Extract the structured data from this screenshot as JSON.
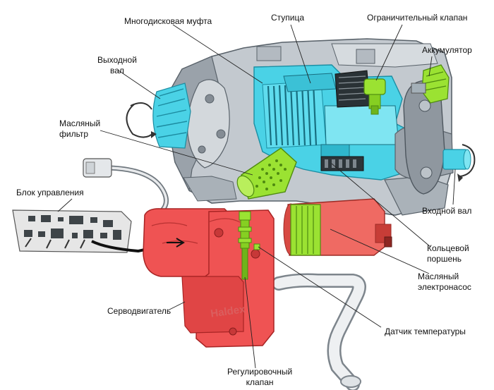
{
  "labels": {
    "multi_disc_clutch": "Многодисковая муфта",
    "hub": "Ступица",
    "limit_valve": "Ограничительный клапан",
    "accumulator": "Аккумулятор",
    "output_shaft": [
      "Выходной",
      "вал"
    ],
    "oil_filter": [
      "Масляный",
      "фильтр"
    ],
    "control_unit": "Блок управления",
    "input_shaft": "Входной вал",
    "ring_piston": [
      "Кольцевой",
      "поршень"
    ],
    "oil_pump": [
      "Масляный",
      "электронасос"
    ],
    "servo_motor": "Серводвигатель",
    "temp_sensor": "Датчик температуры",
    "control_valve": [
      "Регулировочный",
      "клапан"
    ]
  },
  "branding": {
    "text": "Haldex"
  },
  "colors": {
    "housing": "#c3c9cf",
    "housing_dark": "#8d959d",
    "clutch": "#4ad2e6",
    "valve": "#9be232",
    "servo": "#ef5353",
    "pump": "#ef6a63",
    "pcb": "#e4e4e4",
    "leader": "#222222"
  }
}
